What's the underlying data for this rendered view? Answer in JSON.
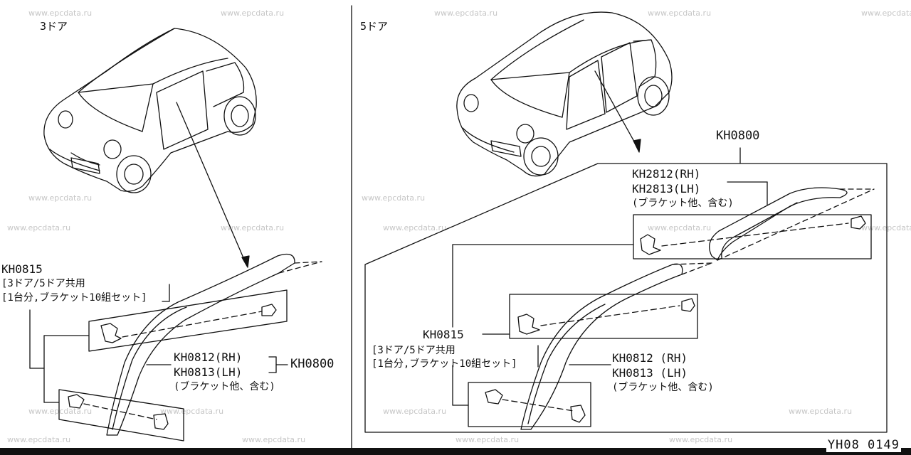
{
  "watermark": "www.epcdata.ru",
  "left_panel": {
    "title": "3ドア",
    "kit": {
      "part_no": "KH0815",
      "line1": "[3ドア/5ドア共用",
      "line2": "[1台分,ブラケット10組セット]"
    },
    "moulding": {
      "rh": "KH0812(RH)",
      "lh": "KH0813(LH)",
      "note": "(ブラケット他、含む)",
      "assembly": "KH0800"
    }
  },
  "right_panel": {
    "title": "5ドア",
    "assembly": "KH0800",
    "rear": {
      "rh": "KH2812(RH)",
      "lh": "KH2813(LH)",
      "note": "(ブラケット他、含む)"
    },
    "kit": {
      "part_no": "KH0815",
      "line1": "[3ドア/5ドア共用",
      "line2": "[1台分,ブラケット10組セット]"
    },
    "front": {
      "rh": "KH0812 (RH)",
      "lh": "KH0813 (LH)",
      "note": "(ブラケット他、含む)"
    }
  },
  "footer": {
    "code": "YH08 0149"
  }
}
